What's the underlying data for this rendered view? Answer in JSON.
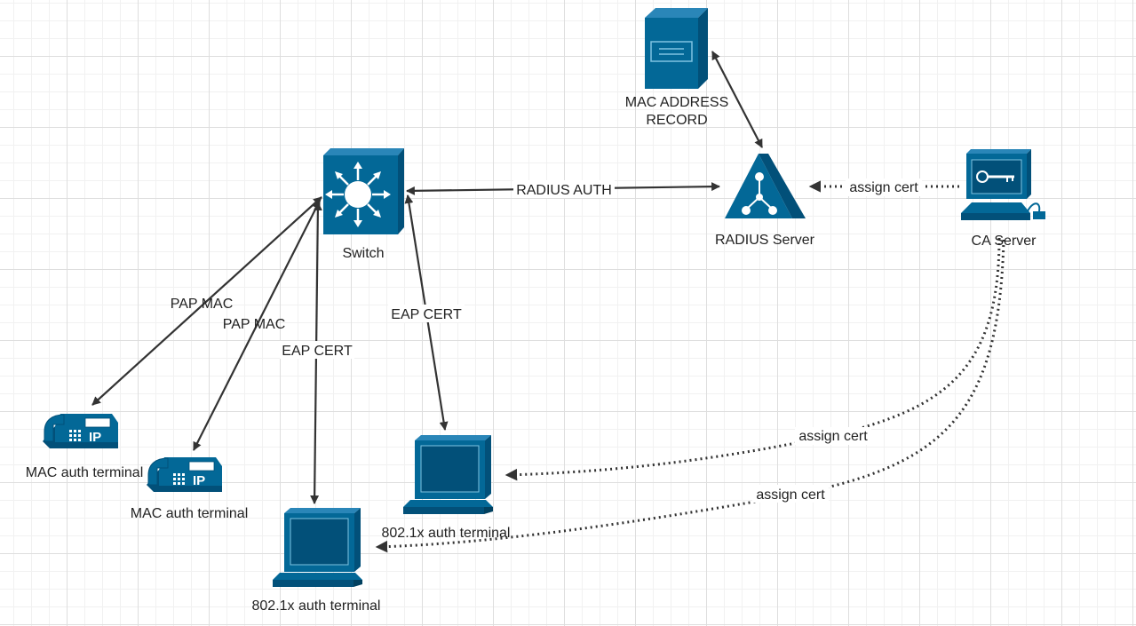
{
  "nodes": {
    "mac_record": {
      "label_line1": "MAC ADDRESS",
      "label_line2": "RECORD",
      "icon": "database-server-icon"
    },
    "switch": {
      "label": "Switch",
      "icon": "layer3-switch-icon"
    },
    "radius": {
      "label": "RADIUS Server",
      "icon": "radius-server-icon"
    },
    "ca": {
      "label": "CA Server",
      "icon": "ca-server-workstation-icon"
    },
    "ip_phone_1": {
      "label": "MAC auth terminal",
      "icon": "ip-phone-icon"
    },
    "ip_phone_2": {
      "label": "MAC auth terminal",
      "icon": "ip-phone-icon"
    },
    "pc_1": {
      "label": "802.1x auth terminal",
      "icon": "workstation-icon"
    },
    "pc_2": {
      "label": "802.1x auth terminal",
      "icon": "workstation-icon"
    }
  },
  "edges": {
    "switch_radius": {
      "label": "RADIUS AUTH"
    },
    "radius_ca": {
      "label": "assign cert"
    },
    "switch_phone1": {
      "label": "PAP MAC"
    },
    "switch_phone2": {
      "label": "PAP MAC"
    },
    "switch_pc2": {
      "label": "EAP CERT"
    },
    "switch_pc1": {
      "label": "EAP CERT"
    },
    "ca_pc1": {
      "label": "assign cert"
    },
    "ca_pc2": {
      "label": "assign cert"
    }
  },
  "colors": {
    "icon_blue": "#036897",
    "icon_blue_dark": "#025079",
    "line": "#333333"
  }
}
